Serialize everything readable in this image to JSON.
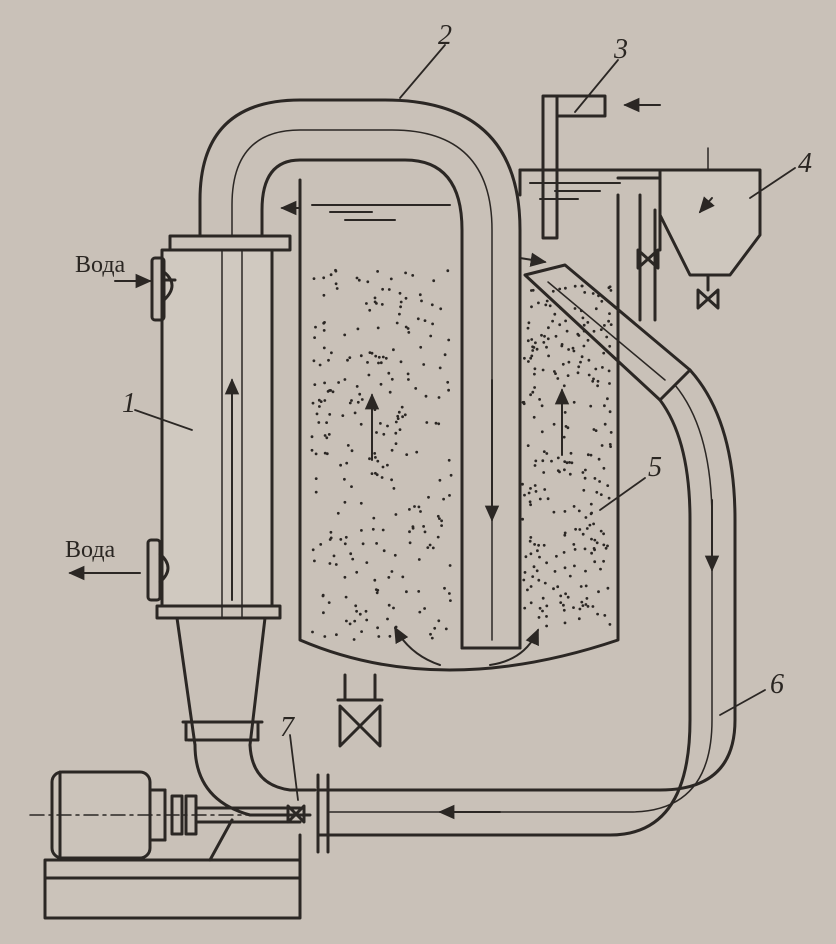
{
  "labels": {
    "cooler": "1",
    "upper_pipe": "2",
    "feed_pipe": "3",
    "separator": "4",
    "vessel": "5",
    "return_pipe": "6",
    "pump": "7"
  },
  "water_in": "Вода",
  "water_out": "Вода",
  "colors": {
    "background": "#c9c1b8",
    "line": "#2b2724",
    "fill": "#d3ccc3"
  }
}
